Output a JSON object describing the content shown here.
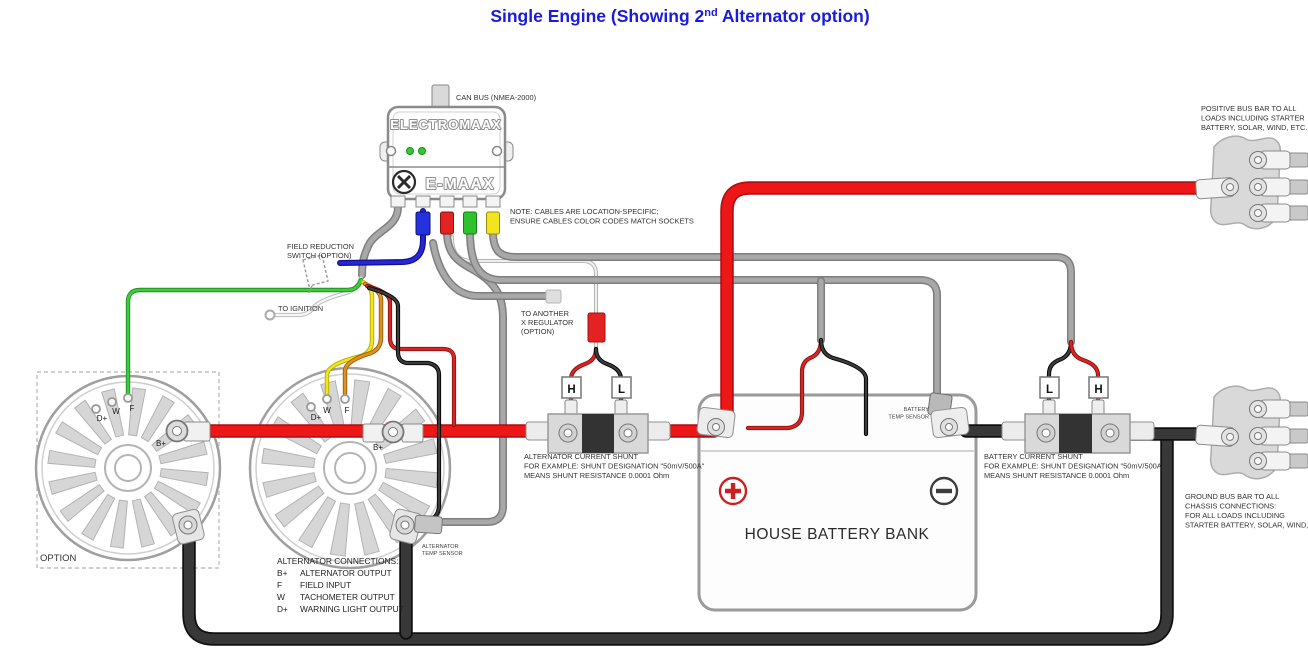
{
  "title": {
    "pre": "Single Engine (Showing 2",
    "sup": "nd",
    "post": " Alternator option)"
  },
  "regulator": {
    "brand": "ELECTROMAAX",
    "model": "E-MAAX",
    "can_bus_label": "CAN BUS (NMEA-2000)",
    "note_line1": "NOTE: CABLES ARE LOCATION-SPECIFIC;",
    "note_line2": "ENSURE CABLES COLOR CODES MATCH SOCKETS"
  },
  "labels": {
    "field_reduction_line1": "FIELD REDUCTION",
    "field_reduction_line2": "SWITCH (OPTION)",
    "to_ignition": "TO IGNITION",
    "to_another_line1": "TO ANOTHER",
    "to_another_line2": "X REGULATOR",
    "to_another_line3": "(OPTION)",
    "option": "OPTION",
    "house_battery": "HOUSE BATTERY BANK",
    "alt_temp_line1": "ALTERNATOR",
    "alt_temp_line2": "TEMP SENSOR",
    "batt_temp_line1": "BATTERY",
    "batt_temp_line2": "TEMP SENSOR",
    "h": "H",
    "l": "L",
    "d_plus": "D+",
    "w": "W",
    "f": "F",
    "b_plus": "B+"
  },
  "alternator_shunt": {
    "line1": "ALTERNATOR CURRENT SHUNT",
    "line2": "FOR EXAMPLE: SHUNT DESIGNATION \"50mV/500A\"",
    "line3": "MEANS SHUNT RESISTANCE 0.0001 Ohm"
  },
  "battery_shunt": {
    "line1": "BATTERY CURRENT SHUNT",
    "line2": "FOR EXAMPLE: SHUNT DESIGNATION \"50mV/500A\"",
    "line3": "MEANS SHUNT RESISTANCE 0.0001 Ohm"
  },
  "positive_bus": {
    "line1": "POSITIVE BUS BAR TO ALL",
    "line2": "LOADS INCLUDING STARTER",
    "line3": "BATTERY, SOLAR, WIND, ETC."
  },
  "ground_bus": {
    "line1": "GROUND BUS BAR TO ALL",
    "line2": "CHASSIS CONNECTIONS:",
    "line3": "FOR ALL LOADS INCLUDING",
    "line4": "STARTER BATTERY, SOLAR, WIND, ETC."
  },
  "alternator_connections": {
    "title": "ALTERNATOR CONNECTIONS:",
    "rows": [
      [
        "B+",
        "ALTERNATOR OUTPUT"
      ],
      [
        "F",
        "FIELD INPUT"
      ],
      [
        "W",
        "TACHOMETER OUTPUT"
      ],
      [
        "D+",
        "WARNING LIGHT OUTPUT"
      ]
    ]
  },
  "colors": {
    "title_blue": "#1a1ae0",
    "cable_red": "#ee1717",
    "cable_black": "#383838",
    "cable_gray": "#a8a8a8",
    "wire_green": "#3ecc3e",
    "wire_yellow": "#f2e41e",
    "wire_orange": "#e0921f",
    "wire_blue": "#2626d8",
    "led_green": "#2ecc2e",
    "fuse_red": "#e32222"
  }
}
